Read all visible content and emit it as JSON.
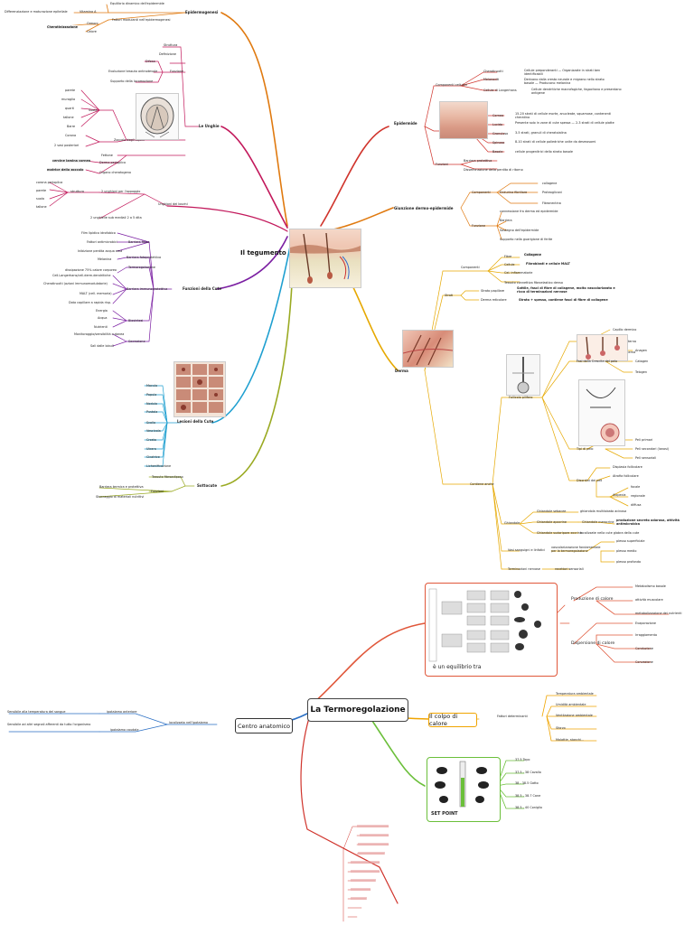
{
  "root": {
    "tegumento": "Il tegumento",
    "termoregolazione": "La Termoregolazione"
  },
  "left": {
    "epidermogenesi": "Epidermogenesi",
    "equilibrio": "Equilibrio dinamico dell'epidermide",
    "fattori": "Fattori modulanti nell'epidermogenesi",
    "differenziazione": "Differenziazione e maturazione epiteliale",
    "vitamina": "Vitamina A",
    "ormoni": "Ormoni",
    "calore": "Calore",
    "cheratinizzazione": "Cheratinizzazione",
    "unghie": "Le Unghie",
    "struttura": "Struttura",
    "definizione": "Definizione",
    "funzione": "Funzione",
    "difesa": "Difesa",
    "evoluzione": "Evoluzione tessuto antinotevole",
    "supporto_locomozione": "Supporto della locomozione",
    "suola": "Suola",
    "zoccolo": "Zoccolo degli equini",
    "parete": "parete",
    "muraglia": "muraglia",
    "quarti": "quarti",
    "tallone": "tallone",
    "barre": "Barre",
    "corona": "Corona",
    "posteriori": "2 vasi posteriori",
    "fettone": "Fettone",
    "derma_perioplico": "Derma perioplico",
    "cercine": "cercine lamina cornea",
    "organo_cheratogeno": "Organo cheratogeno",
    "matrice": "matrice dello zoccolo",
    "unghioni": "Unghioni dei bovini",
    "unghie_appoggio": "2 unghioni per l'appoggio",
    "unghielle": "2 unghielle sub mediali 2 a 5 dita",
    "struttura2": "struttura",
    "parete2": "parete",
    "suola2": "suola",
    "tallone2": "tallone",
    "corona_perioplica": "corona perioplica",
    "funzioni_cute": "Funzioni della Cute",
    "barriera_fisica": "Barriera fisica",
    "strato_lipidico": "Film lipidico idrofobico",
    "fattori_antimicrobici": "Fattori antimicrobici",
    "barriera_fotoprotettiva": "Barriera fotoprotettiva",
    "melanina": "Melanina",
    "inibizione": "Inibizione perdita acqua ema",
    "termoregolazione": "Termoregolazione",
    "dissipazione": "dissipazione 75% calore corporeo",
    "barriera_immuno": "Barriera immunoprotettiva",
    "cellule_langerhans": "Cell.Langerhans/cell.derm.dendritiche",
    "cheratinociti": "Cheratinociti (azioni immunomodulatorie)",
    "mhc": "MALT (cell. memoria)",
    "dota": "Dota capillare a rapida risp.",
    "bioimmagini": "Biosintesi",
    "energia": "Energia",
    "acqua": "Acqua",
    "nutrienti": "Nutrienti",
    "secrezione": "Secrezione",
    "monitoraggio": "Monitoraggio/sensibilità cutanea",
    "sali": "Sali dalle lobuli",
    "lesioni": "Lesioni della Cute",
    "macula": "Macula",
    "papula": "Papula",
    "nodulo": "Nodulo",
    "pustola": "Pustola",
    "scolio": "Scollo",
    "vescicola": "Vescicola",
    "crosta": "Crosta",
    "ulcera": "Ulcera",
    "cicatrice": "Cicatrice",
    "lichenificazione": "Lichenificazione",
    "sottocute": "Sottocute",
    "tessuto_fibroadiposo": "Tessuto fibroadiposo",
    "funzioni_sotto": "Funzioni",
    "barriera_termica": "Barriera termica e protettiva",
    "stoccaggio": "Stoccaggio di materiali nutritivi"
  },
  "right": {
    "epidermide": "Epidermide",
    "componenti_cellulari": "Componenti cellulari",
    "cheratinociti": "Cheratinociti",
    "melanociti": "Melanociti",
    "langerhans": "Cellule di Langerhans",
    "cheratinociti_desc": "Cellule preponderanti — Organizzate in strati ben identificabili",
    "melanociti_desc": "Derivano dalla cresta neurale e migrano nello strato basale — Producono melanina",
    "langerhans_desc": "Cellule dendritiche macrofagiche, fagocitano e presentano antigene",
    "strati": "Strati",
    "corneo": "Corneo",
    "lucido": "Lucido",
    "granuloso": "Granuloso",
    "spinoso": "Spinoso",
    "basale": "Basale",
    "corneo_desc": "15-20 strati di cellule morte, anucleate, squamose, contenenti cheratina",
    "lucido_desc": "Presente solo in zone di cute spessa — 2-3 strati di cellule piatte",
    "granuloso_desc": "3-5 strati, granuli di cheratoialina",
    "spinoso_desc": "8-10 strati di cellule poliedriche unite da desmosomi",
    "basale_desc": "cellule progenitrici dello strato basale",
    "funzioni": "Funzioni",
    "barriera_protettiva": "Barriera protettiva",
    "disseminazione": "Disseminazione della perdita di ritorno",
    "giunzione": "Giunzione dermo-epidermide",
    "componenti": "Componenti",
    "lamina_basale": "Endurina fibrillare",
    "collagene": "collagene",
    "ciclo_glicani": "Proteoglicani",
    "fibronectina": "Fibronectina",
    "funzione_g": "Funzione",
    "connessione": "connessione fra derma ed epidermide",
    "barriera": "Barriera",
    "sostegno": "Sostegno dell'epidermide",
    "supporto": "Supporto nella guarigione di ferite",
    "derma": "Derma",
    "comp_derma": "Componenti",
    "fibre": "Fibre",
    "collagene_d": "Collagene",
    "cellule": "Cellule",
    "fibroblasti": "Fibroblasti e cellule MALT",
    "cel_infiammatorie": "Cel. infiammatorie",
    "tessuto_conn": "Tessuto connettivo fibroelastico denso",
    "strati_d": "Strati",
    "papillare": "Strato papillare",
    "reticolare": "Derma reticolare",
    "papillare_desc": "Sottile, fasci di fibre di collagene, molto vascolarizzato e ricco di terminazioni nervose",
    "reticolare_desc": "Strato + spesso, contiene fasci di fibre di collagene",
    "annessi": "Contiene anche",
    "follicolo": "Follicolo pilifero",
    "conformazione": "Conformazione",
    "capillo_dermico": "Capillo dermico",
    "guaina_esterna": "Guaina esterna",
    "guaina_interna": "Guaina interna",
    "fasi": "Fasi della Crescita del pelo",
    "anagen": "Anagen",
    "catagen": "Catagen",
    "telogen": "Telogen",
    "tipi": "Tipi di pelo",
    "peli_primari": "Peli primari",
    "peli_secondari": "Peli secondari (lanosi)",
    "peli_tattili": "Peli sensoriali",
    "disordini": "Disordini dei peli",
    "displasia": "Displasia follicolare",
    "atrofia": "Atrofia follicolare",
    "alopecia": "Alopecia",
    "focale": "focale",
    "regionale": "regionale",
    "diffusa": "diffusa",
    "ghiandole": "Ghiandole",
    "sebacee": "Ghiandole sebacee",
    "sudoripare": "Ghiandole apocrine",
    "merocrine": "Ghiandole merocrine",
    "ecrine": "Ghiandole sudoripare eccrine",
    "sebacee_desc": "ghiandola multilobata acinosa",
    "apocrine_desc": "produzione secreto odorosa, attività antimicrobica",
    "ecrine_desc": "localizzate nella cute glabra della cute",
    "vasi": "Vasi sanguigni e linfatici",
    "vasi_desc": "vascolarizzazione fondamentale per la termoregolazione",
    "plesso_sup": "plesso superficiale",
    "plesso_medio": "plesso medio",
    "plesso_prof": "plesso profondo",
    "terminazioni": "Terminazioni nervose",
    "sensori": "recettori sensoriali"
  },
  "thermo": {
    "equilibrio": "è un equilibrio tra",
    "produzione": "Produzione di calore",
    "metabolismo": "Metabolismo basale",
    "attivita": "attività muscolare",
    "metabolizzazione": "metabolizzazione dei nutrienti",
    "dispersione": "Dispersione di calore",
    "evaporazione": "Evaporazione",
    "irraggiamento": "Irraggiamento",
    "conduzione": "Conduzione",
    "convezione": "Convezione",
    "colpo": "Il colpo di calore",
    "fattori": "Fattori determinanti",
    "temperatura": "Temperatura ambientale",
    "umidita": "Umidità ambientale",
    "ventilazione": "Ventilazione ambientale",
    "sforzo": "Sforzo",
    "malattie": "Malattie, stanchi...",
    "set_point": "SET POINT",
    "topo": "37.5 Topo",
    "cavallo": "37.5 - 38 Cavallo",
    "gatto": "38 - 38.5 Gatto",
    "cane": "38.5 - 38.7 Cane",
    "coniglio": "38.5 - 40 Coniglio",
    "centro": "Centro anatomico",
    "localizzato": "localizzato nell'ipotalamo",
    "anteriore": "ipotalamo anteriore",
    "caudale": "ipotalamo caudale",
    "sensibile_sangue": "Sensibile alla temperatura del sangue",
    "sensibile_afferenti": "Sensibile ad altri segnali afferenti da tutto l'organismo",
    "diagram_title": "Soluzione fisiologica"
  },
  "colors": {
    "orange": "#e07a10",
    "red": "#d0342c",
    "magenta": "#c2185b",
    "purple": "#7b1fa2",
    "cyan": "#1e9fd0",
    "olive": "#9aaa22",
    "yellow": "#e6a800",
    "redorange": "#e0573a",
    "amber": "#f0a400",
    "green": "#6bbf3a",
    "blue": "#2a6fc4"
  }
}
